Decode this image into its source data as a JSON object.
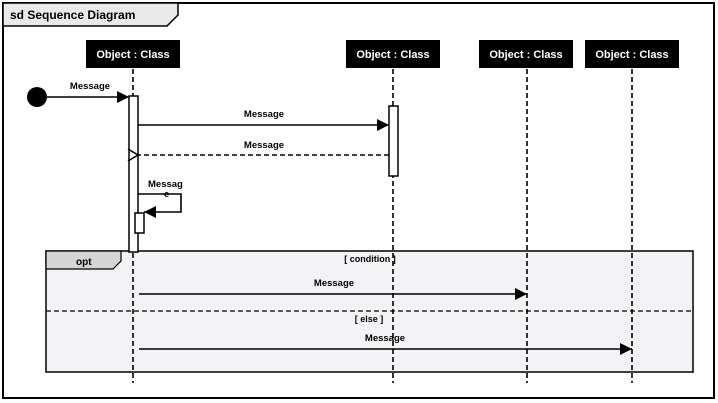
{
  "frame": {
    "title": "sd Sequence Diagram"
  },
  "lifelines": [
    {
      "label": "Object : Class"
    },
    {
      "label": "Object : Class"
    },
    {
      "label": "Object : Class"
    },
    {
      "label": "Object : Class"
    }
  ],
  "messages": {
    "found": "Message",
    "call_1_to_2": "Message",
    "return_2_to_1": "Message",
    "self_line1": "Messag",
    "self_line2": "e"
  },
  "fragment": {
    "operator": "opt",
    "guard_1": "[ condition ]",
    "guard_2": "[ else ]",
    "message_1": "Message",
    "message_2": "Message"
  }
}
